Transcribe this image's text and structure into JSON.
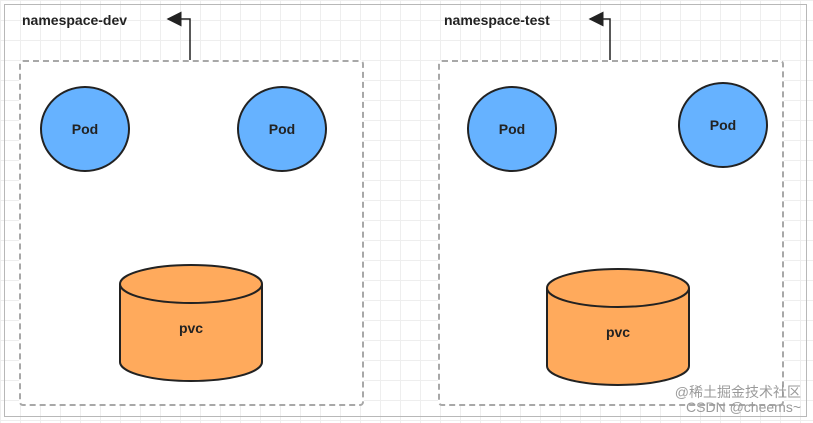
{
  "namespaces": [
    {
      "label": "namespace-dev",
      "pods": [
        "Pod",
        "Pod"
      ],
      "volume": "pvc"
    },
    {
      "label": "namespace-test",
      "pods": [
        "Pod",
        "Pod"
      ],
      "volume": "pvc"
    }
  ],
  "watermark": {
    "line1": "@稀土掘金技术社区",
    "line2": "CSDN @cheems~"
  },
  "colors": {
    "pod_fill": "#66b2ff",
    "pvc_fill": "#ffaa5c",
    "outline": "#222222",
    "namespace_border": "#a8a8a8"
  }
}
